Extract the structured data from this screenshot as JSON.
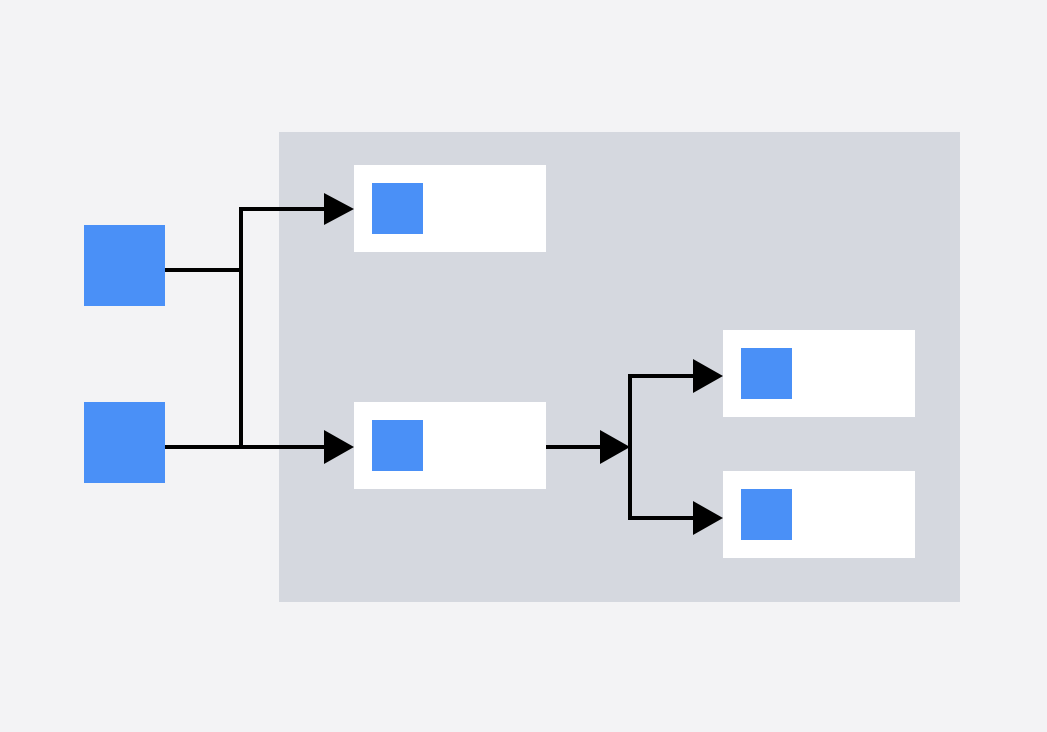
{
  "colors": {
    "page_background": "#f3f3f5",
    "group_background": "#d5d8df",
    "node_background": "#ffffff",
    "accent_blue": "#4a90f7",
    "connector": "#000000"
  },
  "sources": [
    {
      "id": "source-a",
      "label": ""
    },
    {
      "id": "source-b",
      "label": ""
    }
  ],
  "nodes": [
    {
      "id": "node-top",
      "label": ""
    },
    {
      "id": "node-middle",
      "label": ""
    },
    {
      "id": "node-right-top",
      "label": ""
    },
    {
      "id": "node-right-bottom",
      "label": ""
    }
  ],
  "edges": [
    {
      "from": "source-a",
      "to": "node-top"
    },
    {
      "from": "source-a",
      "to": "node-middle"
    },
    {
      "from": "source-b",
      "to": "node-top"
    },
    {
      "from": "source-b",
      "to": "node-middle"
    },
    {
      "from": "node-middle",
      "to": "node-right-top"
    },
    {
      "from": "node-middle",
      "to": "node-right-bottom"
    }
  ]
}
